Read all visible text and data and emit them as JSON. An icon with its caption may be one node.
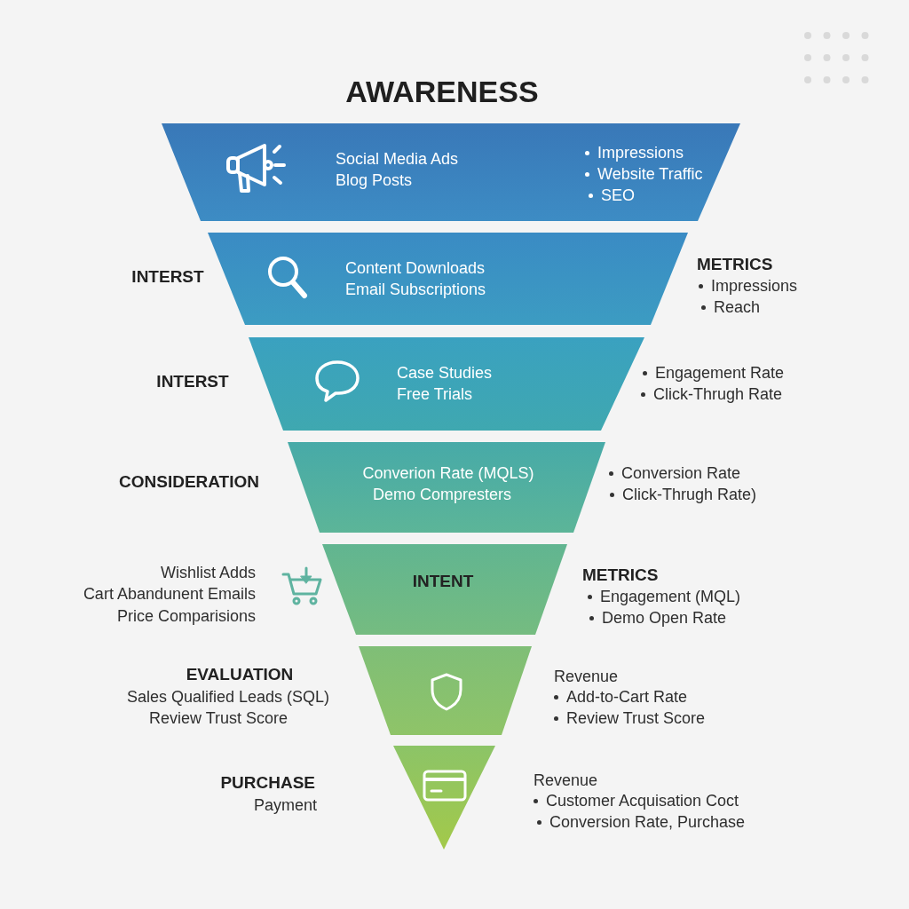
{
  "diagram": {
    "title": "AWARENESS",
    "nodes": [
      {
        "text": [
          "Social Media Ads",
          "Blog Posts",
          "Impressions",
          "Website Traffic",
          "SEO"
        ]
      },
      {
        "text": [
          "Content Downloads",
          "Email Subscriptions"
        ],
        "beside": [
          "INTERST",
          "METRICS",
          "Impressions",
          "Reach"
        ]
      },
      {
        "text": [
          "Case Studies",
          "Free Trials"
        ],
        "beside": [
          "INTERST",
          "Engagement Rate",
          "Click-Thrugh Rate"
        ]
      },
      {
        "text": [
          "Converion Rate (MQLS)",
          "Demo Compresters"
        ],
        "beside": [
          "CONSIDERATION",
          "Conversion Rate",
          "Click-Thrugh Rate)"
        ]
      },
      {
        "text": [
          "INTENT"
        ],
        "beside": [
          "Wishlist Adds",
          "Cart Abandunent Emails",
          "Price Comparisions",
          "METRICS",
          "Engagement (MQL)",
          "Demo Open Rate"
        ]
      },
      {
        "text": [],
        "shape": "trapezoid",
        "beside": [
          "EVALUATION",
          "Sales Qualified Leads (SQL)",
          "Review Trust Score",
          "Revenue",
          "Add-to-Cart Rate",
          "Review Trust Score"
        ]
      },
      {
        "text": [],
        "shape": "triangle",
        "beside": [
          "PURCHASE",
          "Payment",
          "Revenue",
          "Customer Acquisation Coct",
          "Conversion Rate, Purchase"
        ]
      }
    ]
  }
}
